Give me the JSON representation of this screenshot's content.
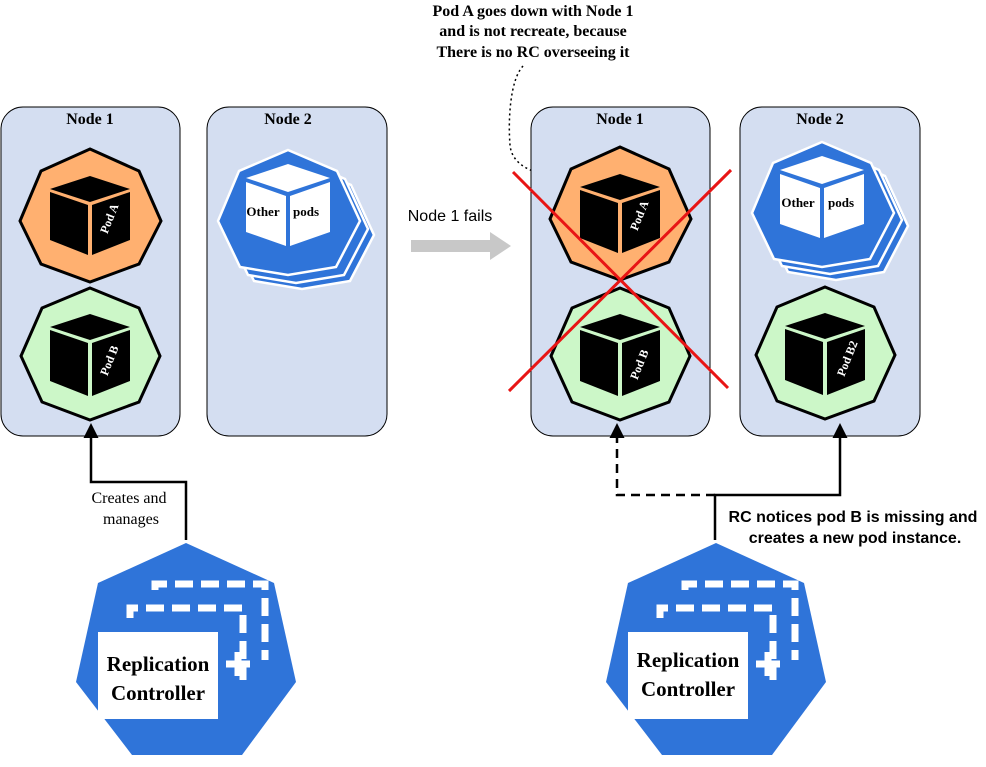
{
  "colors": {
    "node_fill": "#d4def1",
    "pod_a_fill": "#ffb070",
    "pod_b_fill": "#ccf7c8",
    "k8s_blue": "#2f74d9",
    "cross_red": "#e81515",
    "arrow_gray": "#c8c8c8"
  },
  "before": {
    "node1_label": "Node 1",
    "node2_label": "Node 2",
    "pod_a_label": "Pod A",
    "pod_b_label": "Pod B",
    "other_pods_left": "Other",
    "other_pods_right": "pods",
    "creates_line1": "Creates and",
    "creates_line2": "manages",
    "rc_line1": "Replication",
    "rc_line2": "Controller"
  },
  "transition_label": "Node 1 fails",
  "after": {
    "note_line1": "Pod A goes down with Node 1",
    "note_line2": "and is not recreate, because",
    "note_line3": "There is no  RC overseeing it",
    "node1_label": "Node 1",
    "node2_label": "Node 2",
    "pod_a_label": "Pod A",
    "pod_b_label": "Pod B",
    "pod_b2_label": "Pod B2",
    "other_pods_left": "Other",
    "other_pods_right": "pods",
    "rc_note_line1": "RC notices pod B is missing and",
    "rc_note_line2": "creates a new pod instance.",
    "rc_line1": "Replication",
    "rc_line2": "Controller"
  },
  "icons": [
    "pod-cube-icon",
    "replication-controller-icon",
    "arrow-right-icon",
    "red-cross-icon"
  ]
}
